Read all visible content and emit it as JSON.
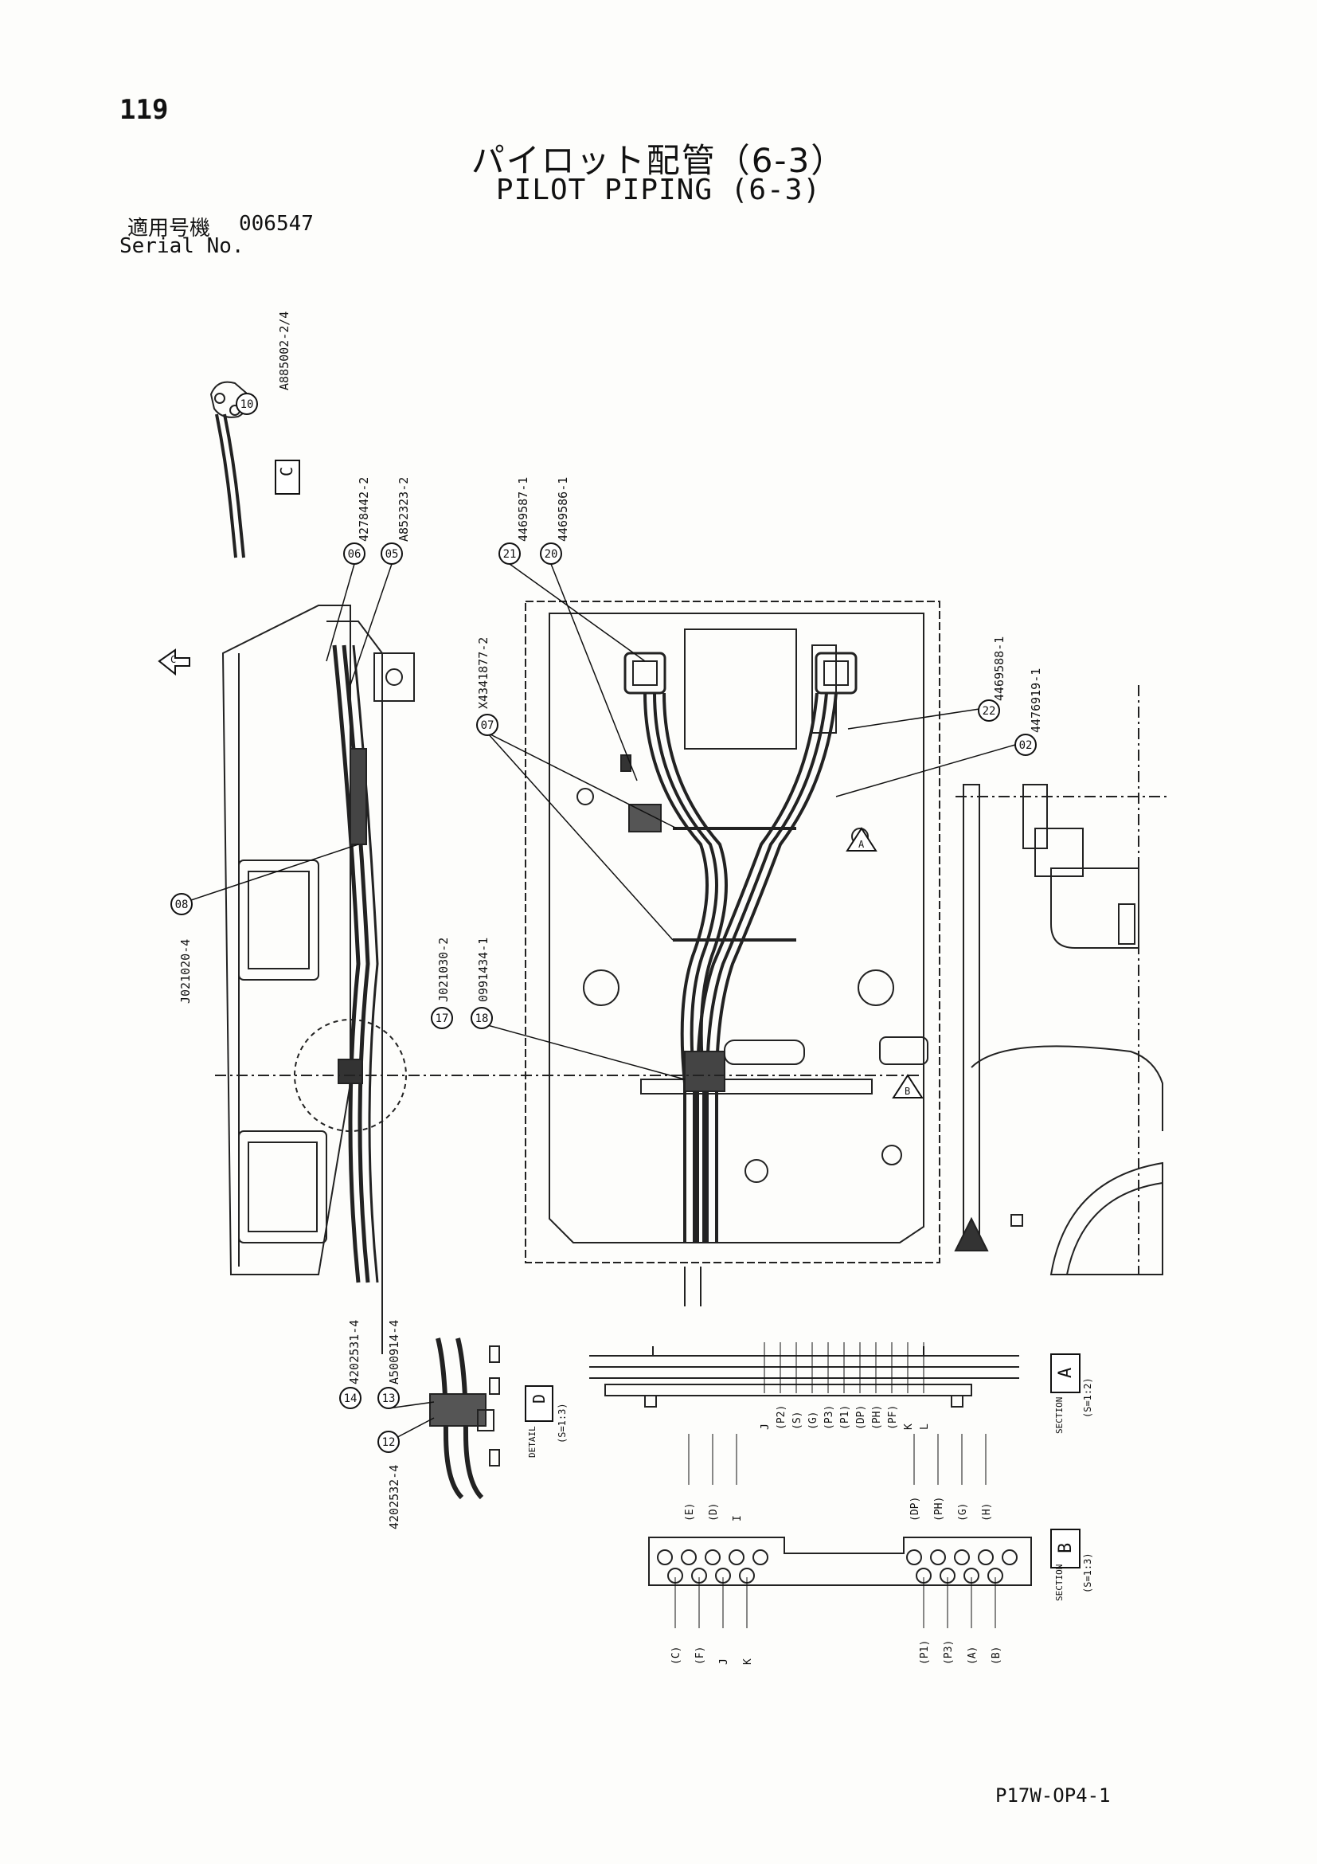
{
  "header": {
    "page_number": "119",
    "title_ja": "パイロット配管（6-3）",
    "title_en": "PILOT PIPING (6-3)",
    "serial_label_ja": "適用号機",
    "serial_value": "006547",
    "serial_label_en": "Serial No."
  },
  "callouts": [
    {
      "no": "10",
      "part": "A885002-2/4"
    },
    {
      "no": "06",
      "part": "4278442-2"
    },
    {
      "no": "05",
      "part": "A852323-2"
    },
    {
      "no": "21",
      "part": "4469587-1"
    },
    {
      "no": "20",
      "part": "4469586-1"
    },
    {
      "no": "07",
      "part": "X4341877-2"
    },
    {
      "no": "22",
      "part": "4469588-1"
    },
    {
      "no": "02",
      "part": "4476919-1"
    },
    {
      "no": "08",
      "part": "J021020-4"
    },
    {
      "no": "17",
      "part": "J021030-2"
    },
    {
      "no": "18",
      "part": "0991434-1"
    },
    {
      "no": "14",
      "part": "4202531-4"
    },
    {
      "no": "13",
      "part": "A500914-4"
    },
    {
      "no": "12",
      "part": "4202532-4"
    }
  ],
  "section_markers": {
    "a": "A",
    "b": "B",
    "c": "C"
  },
  "section_labels": {
    "c": "C",
    "detail": "DETAIL",
    "detail_letter": "D",
    "detail_scale": "(S=1:3)",
    "section_a": "A",
    "section_a_scale": "(S=1:2)",
    "section_b": "B",
    "section_b_scale": "(S=1:3)",
    "section_word": "SECTION"
  },
  "port_labels_a": [
    "J",
    "(P2)",
    "(S)",
    "(G)",
    "(P3)",
    "(P1)",
    "(DP)",
    "(PH)",
    "(PF)",
    "K",
    "L"
  ],
  "port_labels_b_top_left": [
    "(E)",
    "(D)",
    "I"
  ],
  "port_labels_b_bottom_left": [
    "(C)",
    "(F)",
    "J",
    "K"
  ],
  "port_labels_b_top_right": [
    "(DP)",
    "(PH)",
    "(G)",
    "(H)"
  ],
  "port_labels_b_bottom_right": [
    "(P1)",
    "(P3)",
    "(A)",
    "(B)"
  ],
  "footer": {
    "drawing_code": "P17W-OP4-1"
  }
}
